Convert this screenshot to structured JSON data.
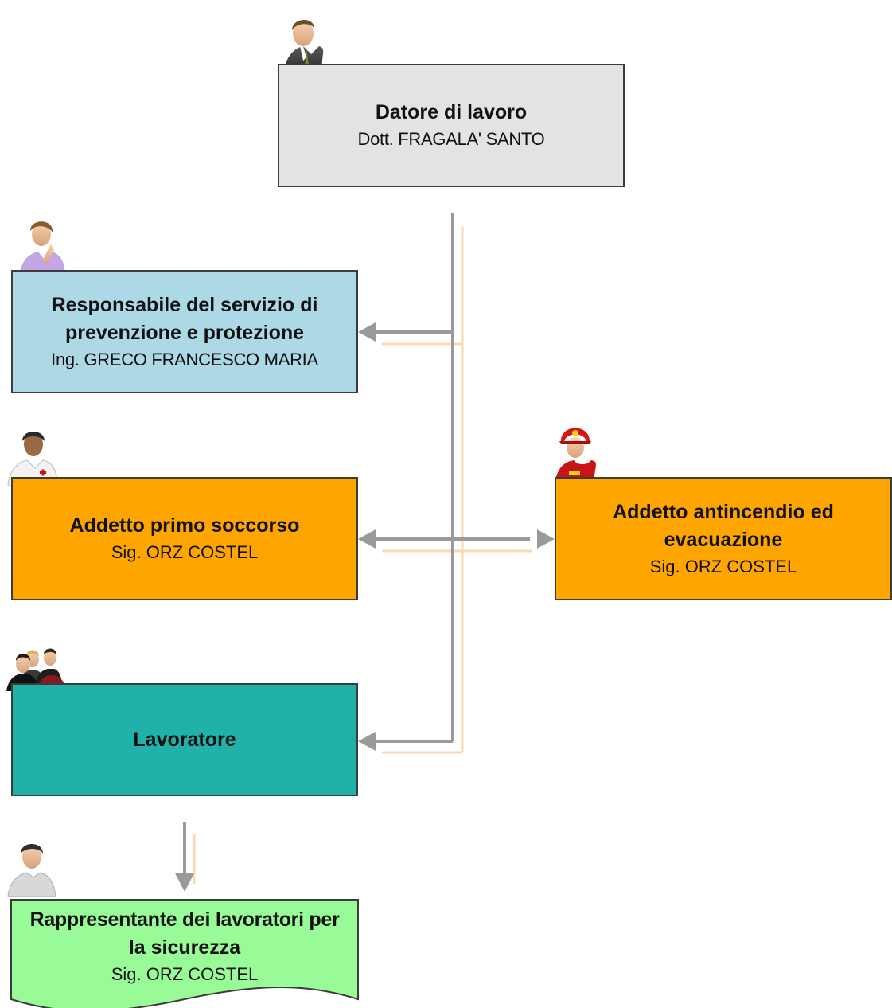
{
  "colors": {
    "datore": "#e3e3e3",
    "rspp": "#add8e6",
    "primo": "#ffa500",
    "antincendio": "#ffa500",
    "lavoratore": "#20b2aa",
    "rls": "#98fb98",
    "connector": "#9a9a9a",
    "connector_shadow": "#fcd9b4",
    "border": "#3c3c3c"
  },
  "nodes": {
    "datore": {
      "title": "Datore di lavoro",
      "person": "Dott. FRAGALA' SANTO",
      "icon": "businessman-icon"
    },
    "rspp": {
      "title_line1": "Responsabile del servizio di",
      "title_line2": "prevenzione e protezione",
      "person": "Ing. GRECO FRANCESCO MARIA",
      "icon": "consultant-icon"
    },
    "primo_soccorso": {
      "title": "Addetto primo soccorso",
      "person": "Sig. ORZ COSTEL",
      "icon": "doctor-icon"
    },
    "antincendio": {
      "title_line1": "Addetto antincendio ed",
      "title_line2": "evacuazione",
      "person": "Sig. ORZ COSTEL",
      "icon": "firefighter-icon"
    },
    "lavoratore": {
      "title": "Lavoratore",
      "icon": "workers-group-icon"
    },
    "rls": {
      "title_line1": "Rappresentante dei lavoratori per",
      "title_line2": "la sicurezza",
      "person": "Sig. ORZ COSTEL",
      "icon": "worker-icon"
    }
  }
}
